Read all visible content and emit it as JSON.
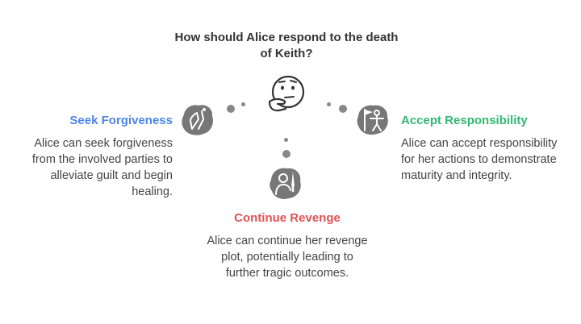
{
  "title": "How should Alice respond to the death of Keith?",
  "branches": {
    "left": {
      "heading": "Seek Forgiveness",
      "description": "Alice can seek forgiveness from the involved parties to alleviate guilt and begin healing.",
      "color": "#4a86e8",
      "icon": "praying-hands-icon"
    },
    "right": {
      "heading": "Accept Responsibility",
      "description": "Alice can accept responsibility for her actions to demonstrate maturity and integrity.",
      "color": "#33b872",
      "icon": "person-holding-flag-icon"
    },
    "bottom": {
      "heading": "Continue Revenge",
      "description": "Alice can continue her revenge plot, potentially leading to further tragic outcomes.",
      "color": "#e05252",
      "icon": "person-with-knife-icon"
    }
  },
  "center_icon": "thinking-face-icon",
  "icon_blob_color": "#777777"
}
